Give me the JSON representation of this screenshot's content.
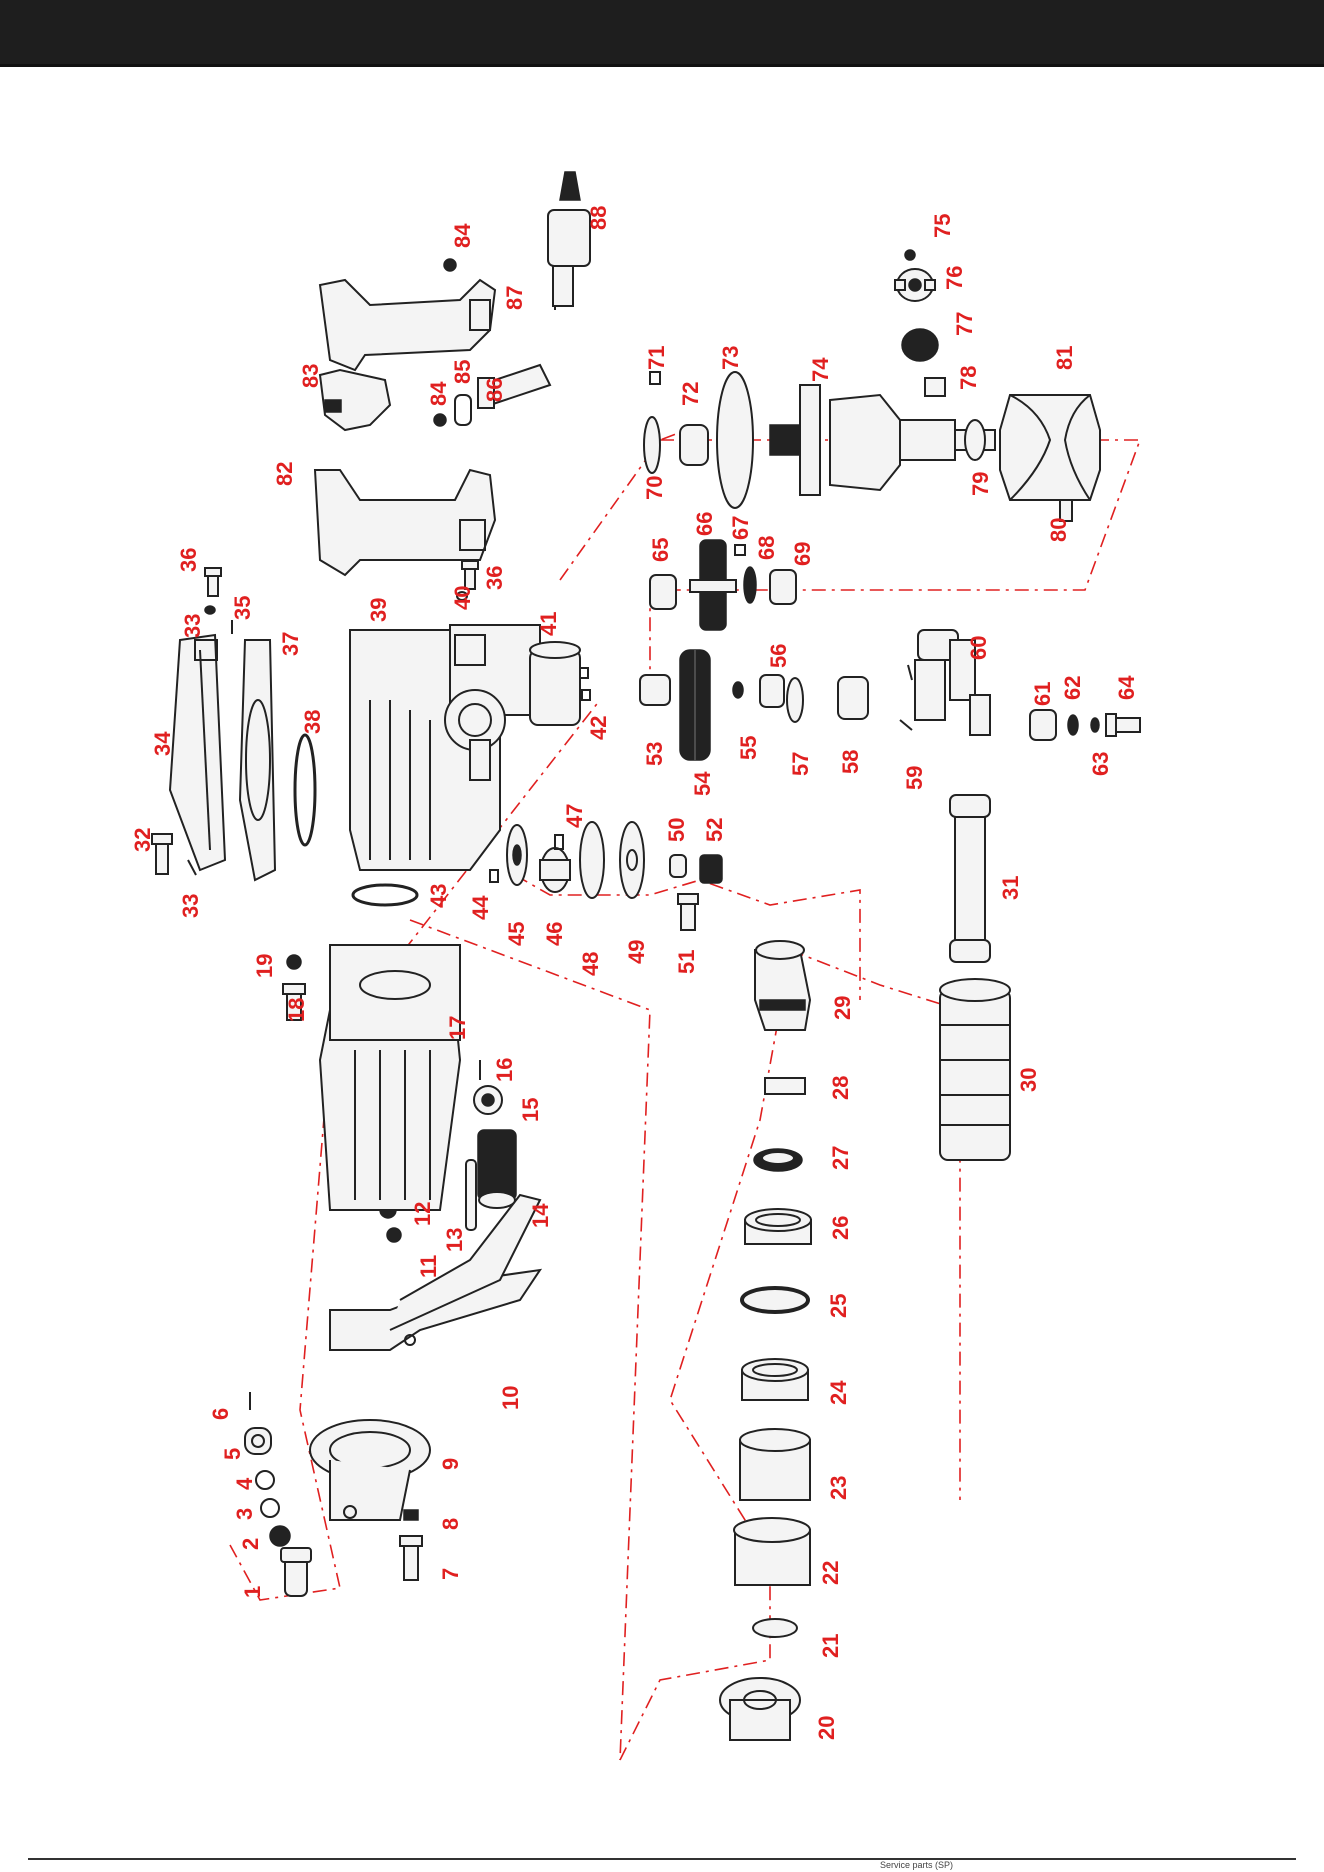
{
  "diagram": {
    "labels": [
      {
        "id": "1",
        "text": "1"
      },
      {
        "id": "2",
        "text": "2"
      },
      {
        "id": "3",
        "text": "3"
      },
      {
        "id": "4",
        "text": "4"
      },
      {
        "id": "5",
        "text": "5"
      },
      {
        "id": "6",
        "text": "6"
      },
      {
        "id": "7",
        "text": "7"
      },
      {
        "id": "8",
        "text": "8"
      },
      {
        "id": "9",
        "text": "9"
      },
      {
        "id": "10",
        "text": "10"
      },
      {
        "id": "11",
        "text": "11"
      },
      {
        "id": "12",
        "text": "12"
      },
      {
        "id": "13",
        "text": "13"
      },
      {
        "id": "14",
        "text": "14"
      },
      {
        "id": "15",
        "text": "15"
      },
      {
        "id": "16",
        "text": "16"
      },
      {
        "id": "17",
        "text": "17"
      },
      {
        "id": "18",
        "text": "18"
      },
      {
        "id": "19",
        "text": "19"
      },
      {
        "id": "20",
        "text": "20"
      },
      {
        "id": "21",
        "text": "21"
      },
      {
        "id": "22",
        "text": "22"
      },
      {
        "id": "23",
        "text": "23"
      },
      {
        "id": "24",
        "text": "24"
      },
      {
        "id": "25",
        "text": "25"
      },
      {
        "id": "26",
        "text": "26"
      },
      {
        "id": "27",
        "text": "27"
      },
      {
        "id": "28",
        "text": "28"
      },
      {
        "id": "29",
        "text": "29"
      },
      {
        "id": "30",
        "text": "30"
      },
      {
        "id": "31",
        "text": "31"
      },
      {
        "id": "32",
        "text": "32"
      },
      {
        "id": "33a",
        "text": "33"
      },
      {
        "id": "33b",
        "text": "33"
      },
      {
        "id": "34",
        "text": "34"
      },
      {
        "id": "35",
        "text": "35"
      },
      {
        "id": "36a",
        "text": "36"
      },
      {
        "id": "36b",
        "text": "36"
      },
      {
        "id": "37",
        "text": "37"
      },
      {
        "id": "38",
        "text": "38"
      },
      {
        "id": "39",
        "text": "39"
      },
      {
        "id": "40",
        "text": "40"
      },
      {
        "id": "41",
        "text": "41"
      },
      {
        "id": "42",
        "text": "42"
      },
      {
        "id": "43",
        "text": "43"
      },
      {
        "id": "44",
        "text": "44"
      },
      {
        "id": "45",
        "text": "45"
      },
      {
        "id": "46",
        "text": "46"
      },
      {
        "id": "47",
        "text": "47"
      },
      {
        "id": "48",
        "text": "48"
      },
      {
        "id": "49",
        "text": "49"
      },
      {
        "id": "50",
        "text": "50"
      },
      {
        "id": "51",
        "text": "51"
      },
      {
        "id": "52",
        "text": "52"
      },
      {
        "id": "53",
        "text": "53"
      },
      {
        "id": "54",
        "text": "54"
      },
      {
        "id": "55",
        "text": "55"
      },
      {
        "id": "56",
        "text": "56"
      },
      {
        "id": "57",
        "text": "57"
      },
      {
        "id": "58",
        "text": "58"
      },
      {
        "id": "59",
        "text": "59"
      },
      {
        "id": "60",
        "text": "60"
      },
      {
        "id": "61",
        "text": "61"
      },
      {
        "id": "62",
        "text": "62"
      },
      {
        "id": "63",
        "text": "63"
      },
      {
        "id": "64",
        "text": "64"
      },
      {
        "id": "65",
        "text": "65"
      },
      {
        "id": "66",
        "text": "66"
      },
      {
        "id": "67",
        "text": "67"
      },
      {
        "id": "68",
        "text": "68"
      },
      {
        "id": "69",
        "text": "69"
      },
      {
        "id": "70",
        "text": "70"
      },
      {
        "id": "71",
        "text": "71"
      },
      {
        "id": "72",
        "text": "72"
      },
      {
        "id": "73",
        "text": "73"
      },
      {
        "id": "74",
        "text": "74"
      },
      {
        "id": "75",
        "text": "75"
      },
      {
        "id": "76",
        "text": "76"
      },
      {
        "id": "77",
        "text": "77"
      },
      {
        "id": "78",
        "text": "78"
      },
      {
        "id": "79",
        "text": "79"
      },
      {
        "id": "80",
        "text": "80"
      },
      {
        "id": "81",
        "text": "81"
      },
      {
        "id": "82",
        "text": "82"
      },
      {
        "id": "83",
        "text": "83"
      },
      {
        "id": "84a",
        "text": "84"
      },
      {
        "id": "84b",
        "text": "84"
      },
      {
        "id": "85",
        "text": "85"
      },
      {
        "id": "86",
        "text": "86"
      },
      {
        "id": "87",
        "text": "87"
      },
      {
        "id": "88",
        "text": "88"
      }
    ]
  },
  "colors": {
    "header_band": "#1e1e1e",
    "label_red": "#e02020",
    "line_art": "#222222"
  },
  "footer": {
    "note": "Service parts (SP)"
  }
}
